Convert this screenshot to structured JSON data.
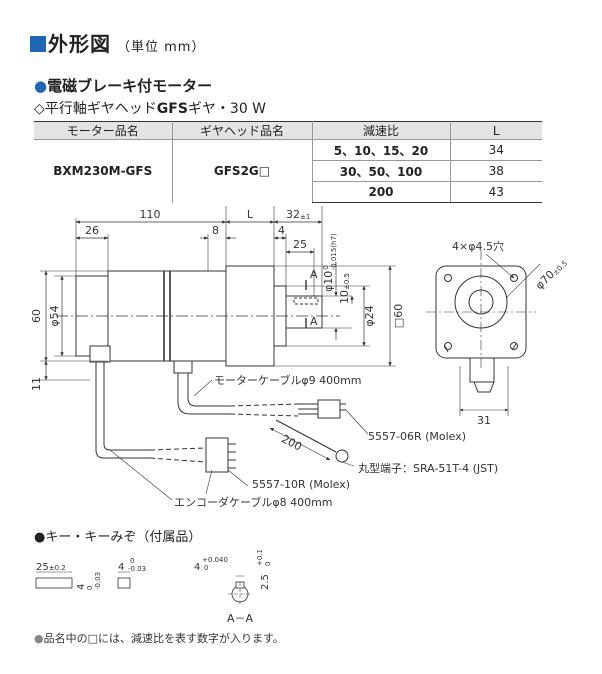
{
  "header": {
    "title": "外形図",
    "unit": "（単位 mm）",
    "subtitle": "電磁ブレーキ付モーター",
    "gear_line_prefix": "◇平行軸ギヤヘッド",
    "gear_line_bold": "GFS",
    "gear_line_suffix": "ギヤ・30 W"
  },
  "table": {
    "headers": [
      "モーター品名",
      "ギヤヘッド品名",
      "減速比",
      "L"
    ],
    "motor": "BXM230M-GFS",
    "gearhead": "GFS2G□",
    "rows": [
      {
        "ratio": "5、10、15、20",
        "L": "34"
      },
      {
        "ratio": "30、50、100",
        "L": "38"
      },
      {
        "ratio": "200",
        "L": "43"
      }
    ]
  },
  "drawing": {
    "dim_110": "110",
    "dim_L": "L",
    "dim_32": "32",
    "dim_32_tol": "±1",
    "dim_26": "26",
    "dim_8": "8",
    "dim_4": "4",
    "dim_25": "25",
    "shaft_dia": "φ10",
    "shaft_tol_main": "0",
    "shaft_tol_sub": "-0.015(h7)",
    "dim_10": "10",
    "dim_10_tol": "±0.5",
    "dim_phi24": "φ24",
    "dim_sq60": "□60",
    "dim_60": "60",
    "dim_phi54": "φ54",
    "dim_11": "11",
    "section_A": "A",
    "holes": "4×φ4.5穴",
    "pcd": "φ70",
    "pcd_tol": "±0.5",
    "dim_31": "31",
    "motor_cable": "モーターケーブルφ9 400mm",
    "connector1": "5557-06R (Molex)",
    "terminal": "丸型端子：SRA-51T-4 (JST)",
    "dim_200": "200",
    "connector2": "5557-10R (Molex)",
    "encoder_cable": "エンコーダケーブルφ8 400mm"
  },
  "key": {
    "title": "●キー・キーみぞ（付属品）",
    "key_len": "25",
    "key_len_tol": "±0.2",
    "key_h": "4",
    "key_h_tol_up": "0",
    "key_h_tol_dn": "-0.03",
    "key_w": "4",
    "key_w_tol_up": "0",
    "key_w_tol_dn": "-0.03",
    "slot_w": "4",
    "slot_w_tol_up": "+0.040",
    "slot_w_tol_dn": "0",
    "slot_d": "2.5",
    "slot_d_tol_up": "+0.1",
    "slot_d_tol_dn": "0",
    "section_label": "A－A"
  },
  "footnote": {
    "bullet": "●",
    "text": "品名中の□には、減速比を表す数字が入ります。"
  }
}
